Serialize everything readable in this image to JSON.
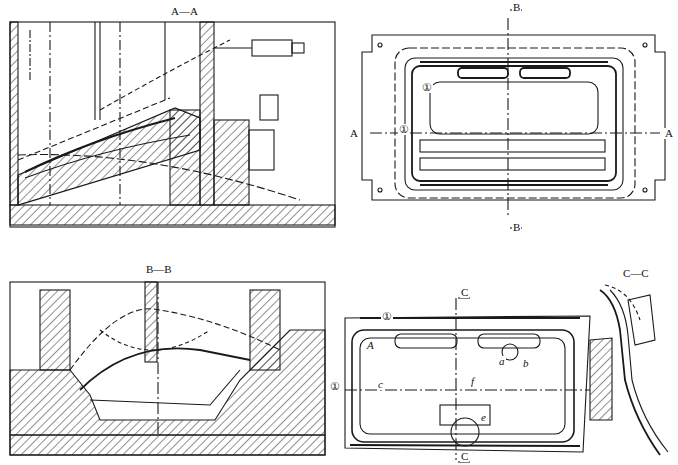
{
  "diagram": {
    "labels": [
      "A—A",
      "B",
      "①",
      "A",
      "①",
      "A",
      "B",
      "B—B",
      "C",
      "①",
      "A",
      "a",
      "b",
      "c",
      "①",
      "f",
      "e",
      "C",
      "C—C"
    ]
  }
}
